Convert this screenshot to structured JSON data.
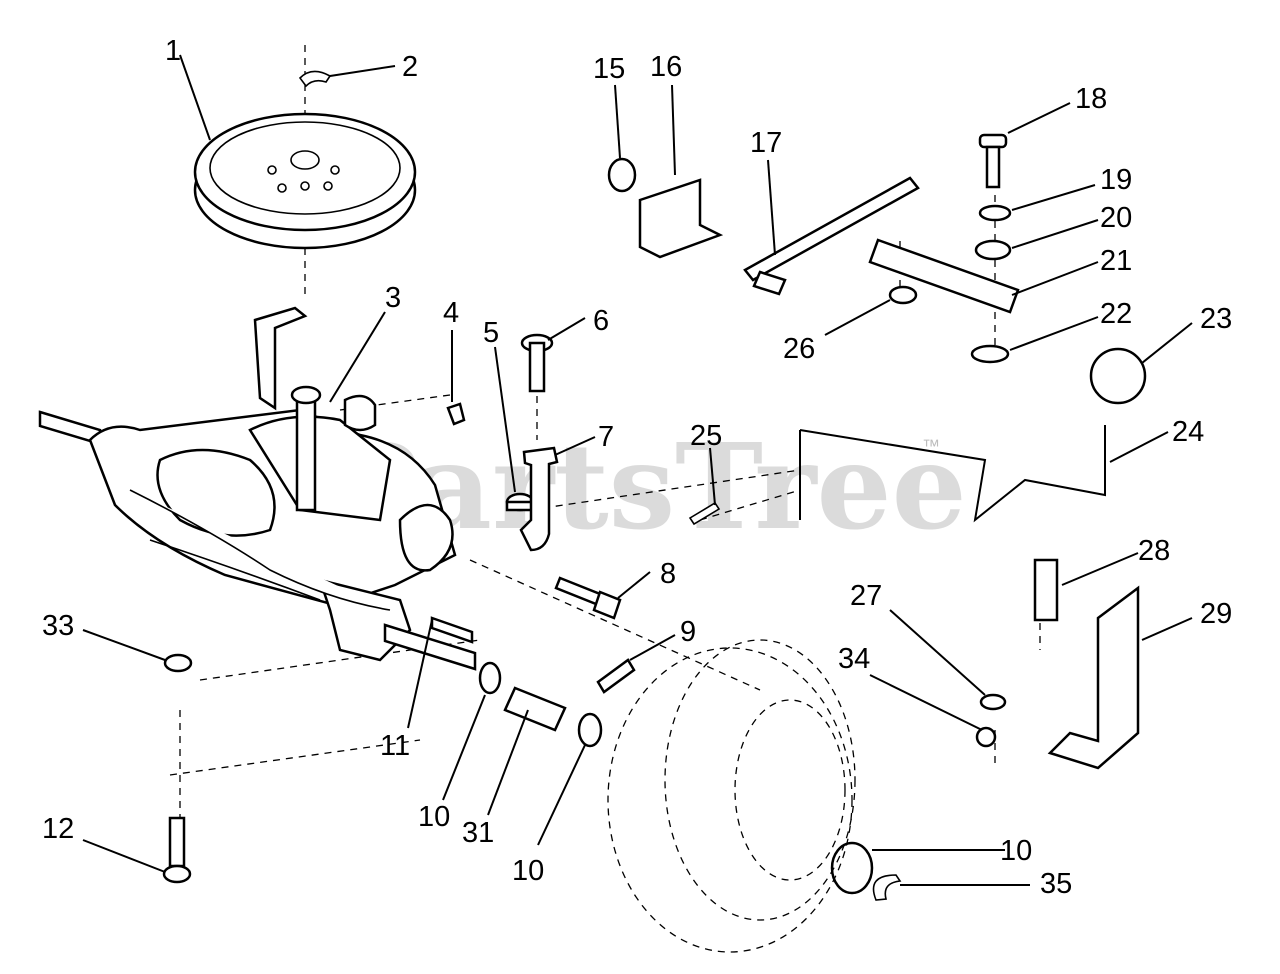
{
  "watermark": {
    "text": "PartsTree",
    "trademark": "™"
  },
  "callouts": [
    {
      "id": "c1",
      "label": "1"
    },
    {
      "id": "c2",
      "label": "2"
    },
    {
      "id": "c3",
      "label": "3"
    },
    {
      "id": "c4",
      "label": "4"
    },
    {
      "id": "c5",
      "label": "5"
    },
    {
      "id": "c6",
      "label": "6"
    },
    {
      "id": "c7",
      "label": "7"
    },
    {
      "id": "c8",
      "label": "8"
    },
    {
      "id": "c9",
      "label": "9"
    },
    {
      "id": "c10a",
      "label": "10"
    },
    {
      "id": "c10b",
      "label": "10"
    },
    {
      "id": "c10c",
      "label": "10"
    },
    {
      "id": "c11",
      "label": "11"
    },
    {
      "id": "c12",
      "label": "12"
    },
    {
      "id": "c15",
      "label": "15"
    },
    {
      "id": "c16",
      "label": "16"
    },
    {
      "id": "c17",
      "label": "17"
    },
    {
      "id": "c18",
      "label": "18"
    },
    {
      "id": "c19",
      "label": "19"
    },
    {
      "id": "c20",
      "label": "20"
    },
    {
      "id": "c21",
      "label": "21"
    },
    {
      "id": "c22",
      "label": "22"
    },
    {
      "id": "c23",
      "label": "23"
    },
    {
      "id": "c24",
      "label": "24"
    },
    {
      "id": "c25",
      "label": "25"
    },
    {
      "id": "c26",
      "label": "26"
    },
    {
      "id": "c27",
      "label": "27"
    },
    {
      "id": "c28",
      "label": "28"
    },
    {
      "id": "c29",
      "label": "29"
    },
    {
      "id": "c31",
      "label": "31"
    },
    {
      "id": "c33",
      "label": "33"
    },
    {
      "id": "c34",
      "label": "34"
    },
    {
      "id": "c35",
      "label": "35"
    }
  ]
}
